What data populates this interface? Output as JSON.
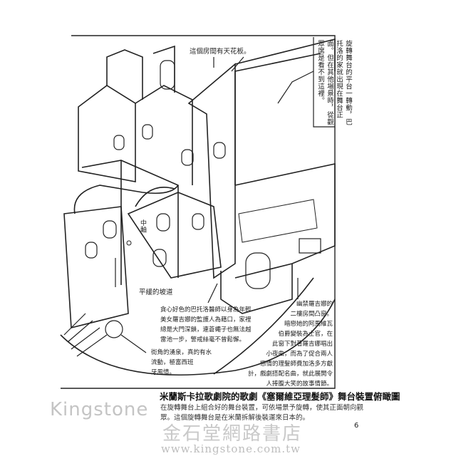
{
  "illustration": {
    "side_note": "旋轉舞台的平台一轉動，巴托洛的家就出現在舞台正面。但在其他場景時，從觀眾席是看不到這裡。",
    "label_ceiling": "這個房間有天花板。",
    "label_axis": "中軸",
    "label_ramp": "平緩的坡道",
    "note_doctor": [
      "貪心好色的巴托洛醫師以身為年輕",
      "美女羅吉娜的監護人為藉口，家裡",
      "總是大門深鎖，連蒼蠅子也無法越",
      "雷池一步，警戒絲毫不曾鬆懈。"
    ],
    "note_window": [
      "幽禁羅吉娜的",
      "二樓房間凸窗。",
      "暗戀她的阿馬維瓦",
      "伯爵變裝為士官，在",
      "此窗下對著羅吉娜唱出",
      "小夜曲，而為了促合兩人",
      "戀情的理髮師費加洛多方獻",
      "計，戲劇搭配名曲，就此展開令",
      "人捧腹大笑的故事情節。"
    ],
    "note_fountain": [
      "街角的湧泉，真的有水",
      "流動，極富西班",
      "牙風情。"
    ]
  },
  "caption": {
    "title": "米蘭斯卡拉歌劇院的歌劇《塞爾維亞理髮師》舞台裝置俯瞰圖",
    "body": [
      "在旋轉舞台上組合好的舞台裝置，可依場景予旋轉，使其正面朝向觀",
      "眾。這個旋轉舞台是在米蘭拆解後裝運來日本的。"
    ]
  },
  "page_number": "6",
  "watermark": {
    "brand": "Kingstone",
    "store": "金石堂網路書店",
    "url": "www.kingstone.com.tw"
  }
}
